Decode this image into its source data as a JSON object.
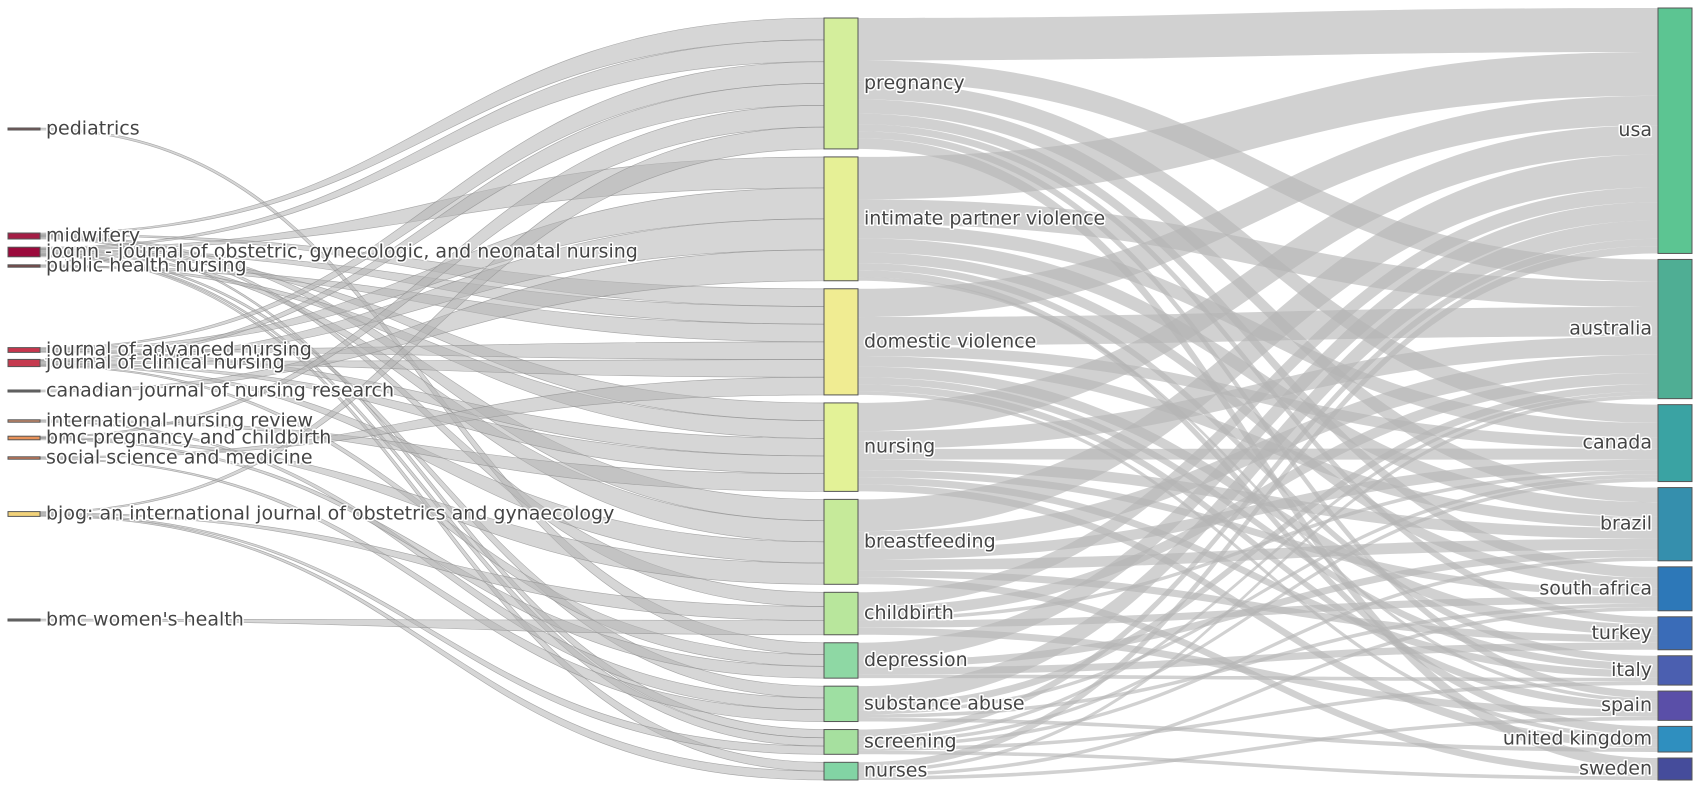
{
  "chart_data": {
    "type": "sankey",
    "title": "",
    "link_color": "#b4b4b4",
    "columns": [
      {
        "role": "journals",
        "nodes": [
          {
            "id": "pediatrics",
            "label": "pediatrics",
            "value": 1,
            "color": "#7a5a5a"
          },
          {
            "id": "midwifery",
            "label": "midwifery",
            "value": 5,
            "color": "#a41d45"
          },
          {
            "id": "jognn",
            "label": "jognn - journal of obstetric, gynecologic, and neonatal nursing",
            "value": 8,
            "color": "#9b0a3c"
          },
          {
            "id": "phn",
            "label": "public health nursing",
            "value": 2,
            "color": "#7a4a4a"
          },
          {
            "id": "jan",
            "label": "journal of advanced nursing",
            "value": 4,
            "color": "#c7364d"
          },
          {
            "id": "jcn",
            "label": "journal of clinical nursing",
            "value": 6,
            "color": "#c53a4f"
          },
          {
            "id": "cjnr",
            "label": "canadian journal of nursing research",
            "value": 1,
            "color": "#6b6b6b"
          },
          {
            "id": "inr",
            "label": "international nursing review",
            "value": 2,
            "color": "#c98a6b"
          },
          {
            "id": "bmcpc",
            "label": "bmc pregnancy and childbirth",
            "value": 3,
            "color": "#e8925a"
          },
          {
            "id": "ssm",
            "label": "social science and medicine",
            "value": 2,
            "color": "#c97a5a"
          },
          {
            "id": "bjog",
            "label": "bjog: an international journal of obstetrics and gynaecology",
            "value": 4,
            "color": "#f2d27a"
          },
          {
            "id": "bmcwh",
            "label": "bmc women's health",
            "value": 1,
            "color": "#6b6b6b"
          }
        ]
      },
      {
        "role": "keywords",
        "nodes": [
          {
            "id": "pregnancy",
            "label": "pregnancy",
            "value": 37,
            "color": "#d4ee9c"
          },
          {
            "id": "ipv",
            "label": "intimate partner violence",
            "value": 35,
            "color": "#e6f096"
          },
          {
            "id": "dv",
            "label": "domestic violence",
            "value": 30,
            "color": "#f0ec92"
          },
          {
            "id": "nursing",
            "label": "nursing",
            "value": 25,
            "color": "#e3f297"
          },
          {
            "id": "breastfeeding",
            "label": "breastfeeding",
            "value": 24,
            "color": "#c6ea9a"
          },
          {
            "id": "childbirth",
            "label": "childbirth",
            "value": 12,
            "color": "#b8e69c"
          },
          {
            "id": "depression",
            "label": "depression",
            "value": 10,
            "color": "#8ed8a4"
          },
          {
            "id": "substance",
            "label": "substance abuse",
            "value": 10,
            "color": "#9edfa2"
          },
          {
            "id": "screening",
            "label": "screening",
            "value": 7,
            "color": "#a6e09f"
          },
          {
            "id": "nurses",
            "label": "nurses",
            "value": 5,
            "color": "#82d4a4"
          }
        ]
      },
      {
        "role": "countries",
        "nodes": [
          {
            "id": "usa",
            "label": "usa",
            "value": 67,
            "color": "#5cc592"
          },
          {
            "id": "australia",
            "label": "australia",
            "value": 38,
            "color": "#4fae94"
          },
          {
            "id": "canada",
            "label": "canada",
            "value": 21,
            "color": "#3aa3a3"
          },
          {
            "id": "brazil",
            "label": "brazil",
            "value": 20,
            "color": "#358fad"
          },
          {
            "id": "southafrica",
            "label": "south africa",
            "value": 12,
            "color": "#2d78b8"
          },
          {
            "id": "turkey",
            "label": "turkey",
            "value": 9,
            "color": "#3a6cb8"
          },
          {
            "id": "italy",
            "label": "italy",
            "value": 8,
            "color": "#4b5fb0"
          },
          {
            "id": "spain",
            "label": "spain",
            "value": 8,
            "color": "#5a4fa8"
          },
          {
            "id": "uk",
            "label": "united kingdom",
            "value": 7,
            "color": "#2f8fbf"
          },
          {
            "id": "sweden",
            "label": "sweden",
            "value": 6,
            "color": "#454c9b"
          }
        ]
      }
    ],
    "links": [
      {
        "source": "pediatrics",
        "target": "depression",
        "value": 1
      },
      {
        "source": "midwifery",
        "target": "pregnancy",
        "value": 1
      },
      {
        "source": "midwifery",
        "target": "dv",
        "value": 1
      },
      {
        "source": "midwifery",
        "target": "breastfeeding",
        "value": 1
      },
      {
        "source": "midwifery",
        "target": "childbirth",
        "value": 1
      },
      {
        "source": "midwifery",
        "target": "screening",
        "value": 1
      },
      {
        "source": "jognn",
        "target": "pregnancy",
        "value": 1
      },
      {
        "source": "jognn",
        "target": "ipv",
        "value": 1
      },
      {
        "source": "jognn",
        "target": "dv",
        "value": 1
      },
      {
        "source": "jognn",
        "target": "nursing",
        "value": 1
      },
      {
        "source": "jognn",
        "target": "breastfeeding",
        "value": 1
      },
      {
        "source": "jognn",
        "target": "substance",
        "value": 1
      },
      {
        "source": "jognn",
        "target": "screening",
        "value": 1
      },
      {
        "source": "jognn",
        "target": "nurses",
        "value": 1
      },
      {
        "source": "phn",
        "target": "nursing",
        "value": 1
      },
      {
        "source": "phn",
        "target": "dv",
        "value": 1
      },
      {
        "source": "jan",
        "target": "pregnancy",
        "value": 1
      },
      {
        "source": "jan",
        "target": "ipv",
        "value": 1
      },
      {
        "source": "jan",
        "target": "dv",
        "value": 1
      },
      {
        "source": "jan",
        "target": "nursing",
        "value": 1
      },
      {
        "source": "jcn",
        "target": "pregnancy",
        "value": 1
      },
      {
        "source": "jcn",
        "target": "ipv",
        "value": 1
      },
      {
        "source": "jcn",
        "target": "dv",
        "value": 1
      },
      {
        "source": "jcn",
        "target": "nursing",
        "value": 1
      },
      {
        "source": "jcn",
        "target": "breastfeeding",
        "value": 1
      },
      {
        "source": "jcn",
        "target": "depression",
        "value": 1
      },
      {
        "source": "cjnr",
        "target": "ipv",
        "value": 1
      },
      {
        "source": "inr",
        "target": "nursing",
        "value": 1
      },
      {
        "source": "inr",
        "target": "substance",
        "value": 1
      },
      {
        "source": "bmcpc",
        "target": "pregnancy",
        "value": 1
      },
      {
        "source": "bmcpc",
        "target": "breastfeeding",
        "value": 1
      },
      {
        "source": "bmcpc",
        "target": "depression",
        "value": 1
      },
      {
        "source": "ssm",
        "target": "dv",
        "value": 1
      },
      {
        "source": "ssm",
        "target": "substance",
        "value": 1
      },
      {
        "source": "bjog",
        "target": "pregnancy",
        "value": 1
      },
      {
        "source": "bjog",
        "target": "childbirth",
        "value": 1
      },
      {
        "source": "bjog",
        "target": "screening",
        "value": 1
      },
      {
        "source": "bjog",
        "target": "nurses",
        "value": 1
      },
      {
        "source": "bmcwh",
        "target": "childbirth",
        "value": 1
      },
      {
        "source": "pregnancy",
        "target": "usa",
        "value": 12
      },
      {
        "source": "pregnancy",
        "target": "australia",
        "value": 6
      },
      {
        "source": "pregnancy",
        "target": "canada",
        "value": 5
      },
      {
        "source": "pregnancy",
        "target": "brazil",
        "value": 4
      },
      {
        "source": "pregnancy",
        "target": "southafrica",
        "value": 3
      },
      {
        "source": "pregnancy",
        "target": "turkey",
        "value": 2
      },
      {
        "source": "pregnancy",
        "target": "spain",
        "value": 2
      },
      {
        "source": "pregnancy",
        "target": "sweden",
        "value": 3
      },
      {
        "source": "ipv",
        "target": "usa",
        "value": 12
      },
      {
        "source": "ipv",
        "target": "australia",
        "value": 7
      },
      {
        "source": "ipv",
        "target": "canada",
        "value": 4
      },
      {
        "source": "ipv",
        "target": "brazil",
        "value": 4
      },
      {
        "source": "ipv",
        "target": "southafrica",
        "value": 3
      },
      {
        "source": "ipv",
        "target": "italy",
        "value": 2
      },
      {
        "source": "ipv",
        "target": "uk",
        "value": 2
      },
      {
        "source": "ipv",
        "target": "spain",
        "value": 1
      },
      {
        "source": "dv",
        "target": "usa",
        "value": 8
      },
      {
        "source": "dv",
        "target": "australia",
        "value": 8
      },
      {
        "source": "dv",
        "target": "canada",
        "value": 3
      },
      {
        "source": "dv",
        "target": "brazil",
        "value": 3
      },
      {
        "source": "dv",
        "target": "turkey",
        "value": 3
      },
      {
        "source": "dv",
        "target": "italy",
        "value": 2
      },
      {
        "source": "dv",
        "target": "spain",
        "value": 2
      },
      {
        "source": "dv",
        "target": "uk",
        "value": 1
      },
      {
        "source": "nursing",
        "target": "usa",
        "value": 8
      },
      {
        "source": "nursing",
        "target": "australia",
        "value": 5
      },
      {
        "source": "nursing",
        "target": "canada",
        "value": 3
      },
      {
        "source": "nursing",
        "target": "brazil",
        "value": 3
      },
      {
        "source": "nursing",
        "target": "southafrica",
        "value": 2
      },
      {
        "source": "nursing",
        "target": "italy",
        "value": 2
      },
      {
        "source": "nursing",
        "target": "uk",
        "value": 2
      },
      {
        "source": "breastfeeding",
        "target": "usa",
        "value": 9
      },
      {
        "source": "breastfeeding",
        "target": "australia",
        "value": 5
      },
      {
        "source": "breastfeeding",
        "target": "canada",
        "value": 3
      },
      {
        "source": "breastfeeding",
        "target": "brazil",
        "value": 3
      },
      {
        "source": "breastfeeding",
        "target": "turkey",
        "value": 2
      },
      {
        "source": "breastfeeding",
        "target": "sweden",
        "value": 2
      },
      {
        "source": "childbirth",
        "target": "usa",
        "value": 4
      },
      {
        "source": "childbirth",
        "target": "australia",
        "value": 3
      },
      {
        "source": "childbirth",
        "target": "canada",
        "value": 1
      },
      {
        "source": "childbirth",
        "target": "southafrica",
        "value": 2
      },
      {
        "source": "childbirth",
        "target": "spain",
        "value": 2
      },
      {
        "source": "depression",
        "target": "usa",
        "value": 5
      },
      {
        "source": "depression",
        "target": "brazil",
        "value": 2
      },
      {
        "source": "depression",
        "target": "turkey",
        "value": 2
      },
      {
        "source": "depression",
        "target": "italy",
        "value": 1
      },
      {
        "source": "substance",
        "target": "usa",
        "value": 5
      },
      {
        "source": "substance",
        "target": "australia",
        "value": 2
      },
      {
        "source": "substance",
        "target": "canada",
        "value": 1
      },
      {
        "source": "substance",
        "target": "southafrica",
        "value": 1
      },
      {
        "source": "substance",
        "target": "uk",
        "value": 1
      },
      {
        "source": "screening",
        "target": "usa",
        "value": 2
      },
      {
        "source": "screening",
        "target": "australia",
        "value": 1
      },
      {
        "source": "screening",
        "target": "canada",
        "value": 1
      },
      {
        "source": "screening",
        "target": "brazil",
        "value": 1
      },
      {
        "source": "screening",
        "target": "italy",
        "value": 1
      },
      {
        "source": "screening",
        "target": "sweden",
        "value": 1
      },
      {
        "source": "nurses",
        "target": "usa",
        "value": 2
      },
      {
        "source": "nurses",
        "target": "australia",
        "value": 1
      },
      {
        "source": "nurses",
        "target": "southafrica",
        "value": 1
      },
      {
        "source": "nurses",
        "target": "spain",
        "value": 1
      }
    ]
  }
}
